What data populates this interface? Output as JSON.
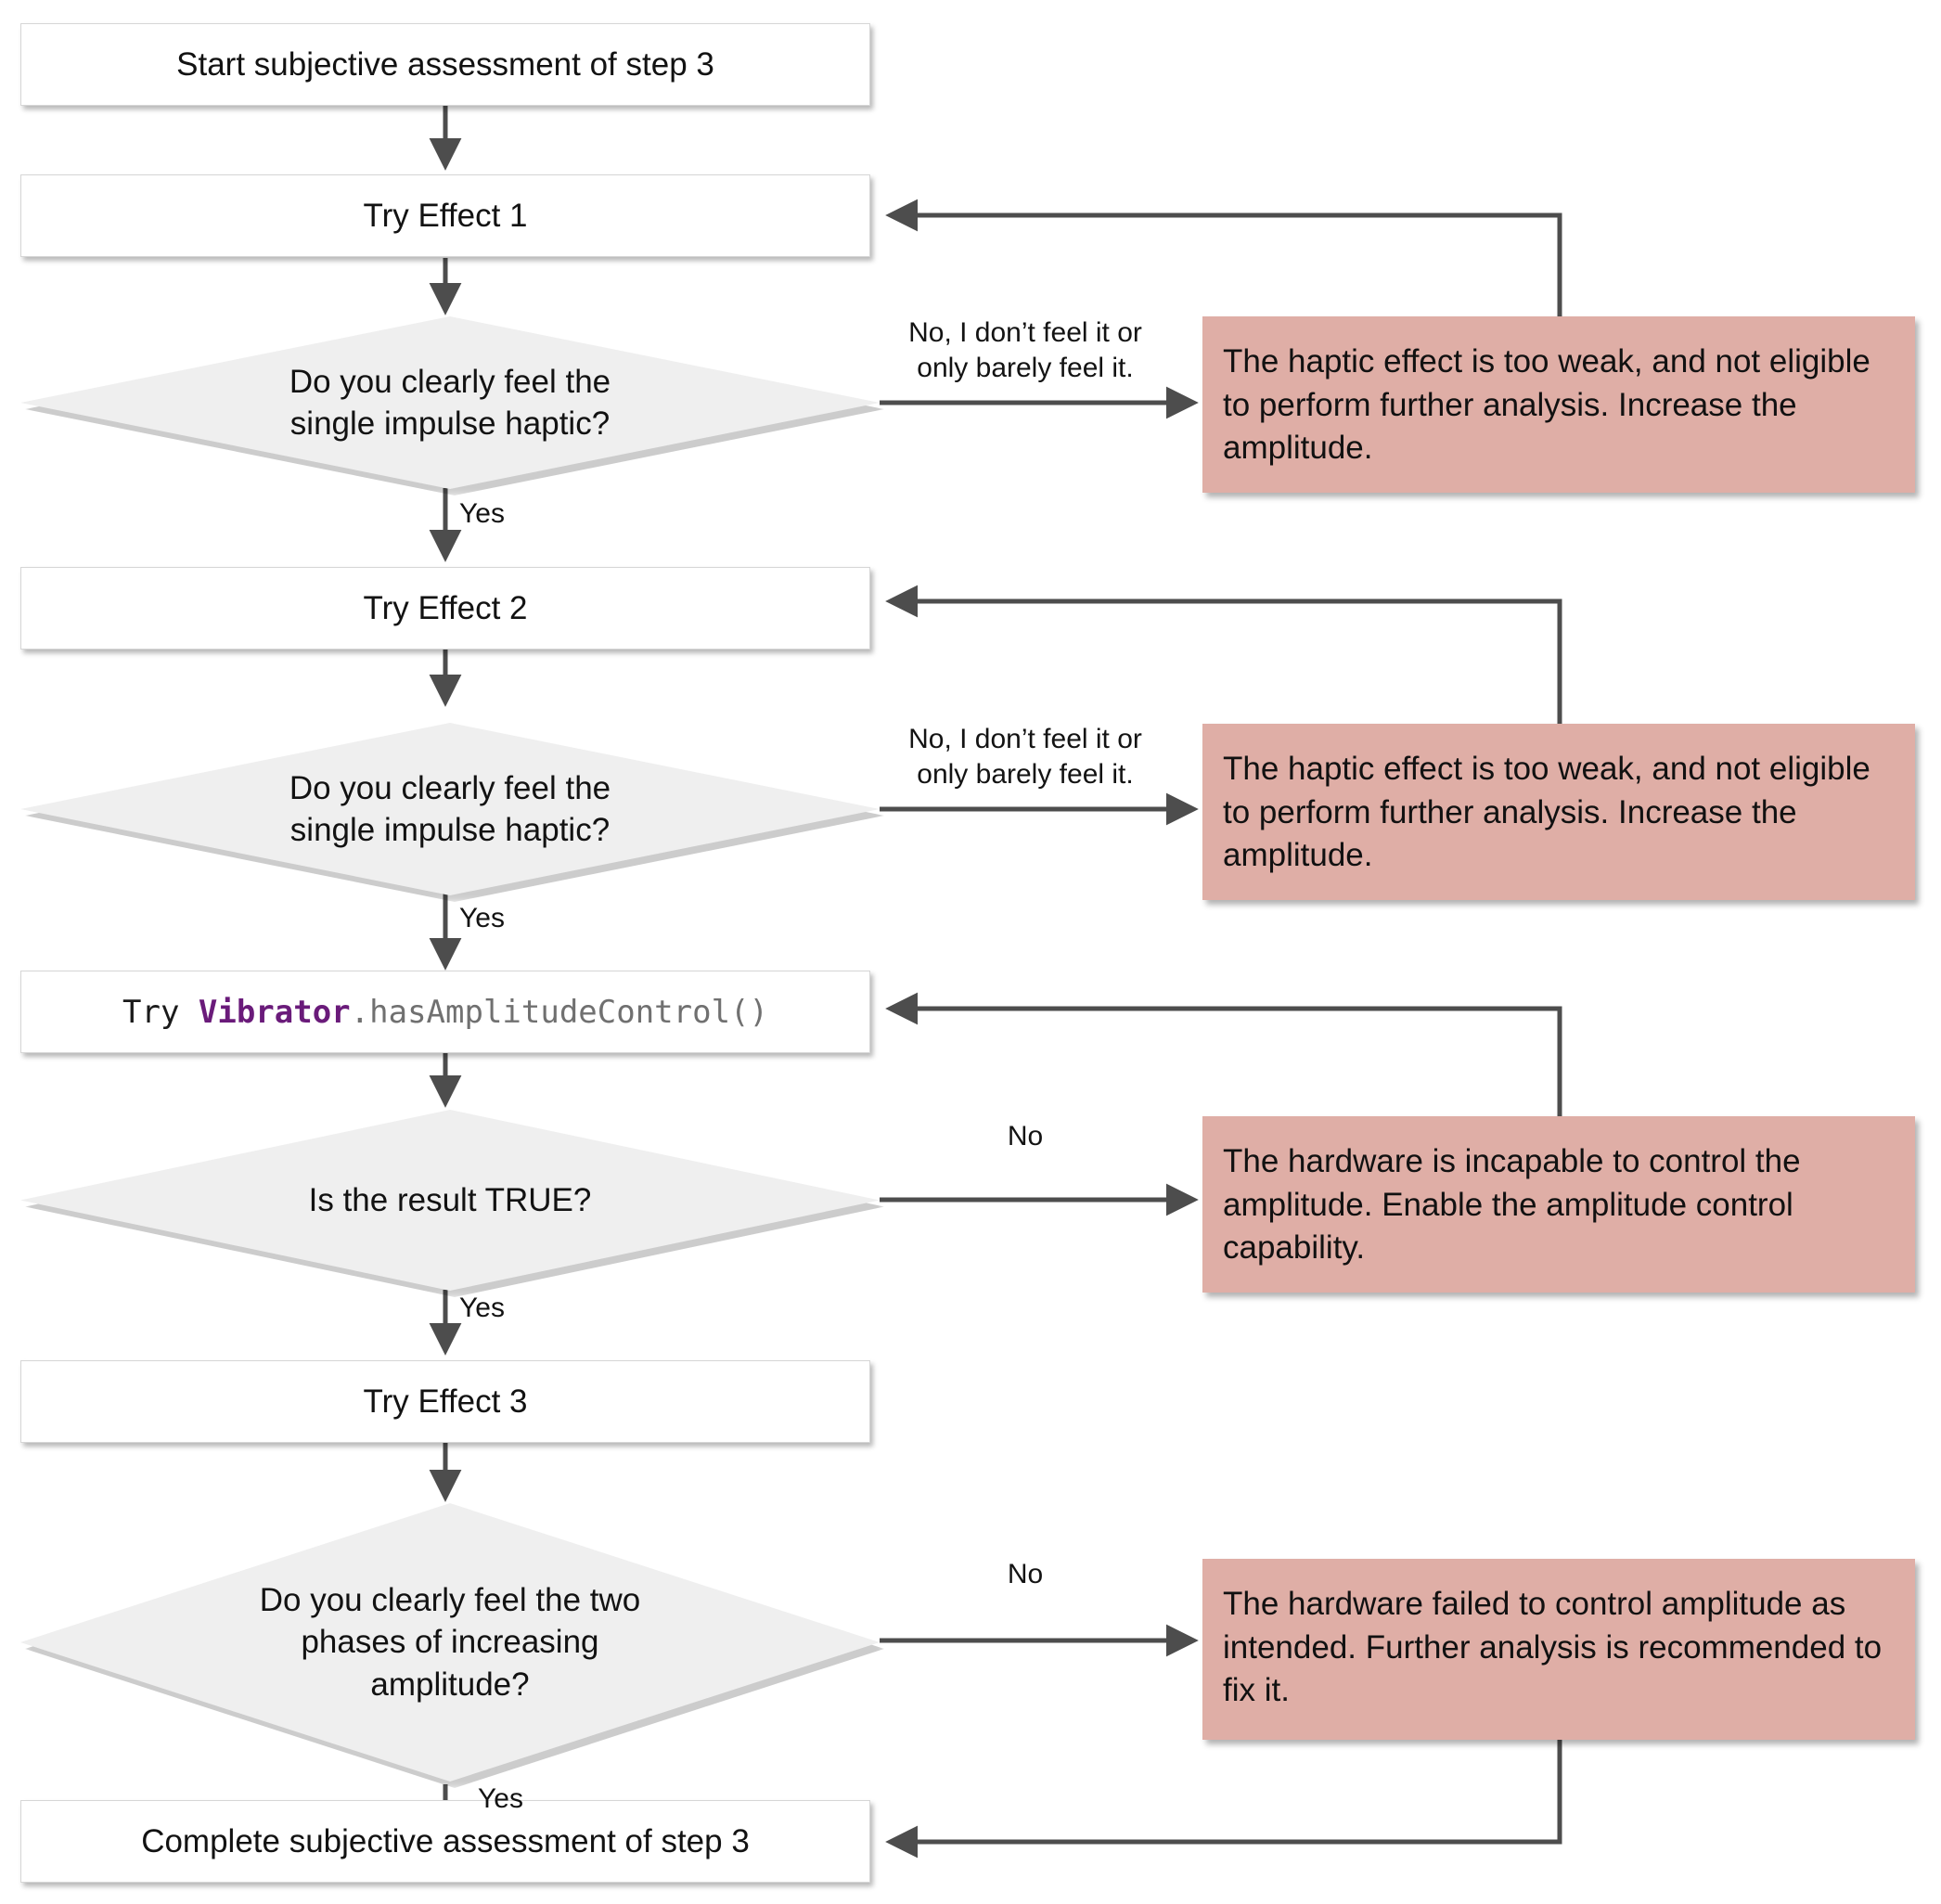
{
  "diagram": {
    "title": "Subjective assessment of step 3 flowchart",
    "colors": {
      "process_fill": "#ffffff",
      "process_border": "#d6d6d6",
      "decision_fill": "#efefef",
      "advice_fill": "#dfaea6",
      "edge_stroke": "#4d4d4d",
      "code_class_color": "#6a1b7a",
      "code_method_color": "#707070"
    },
    "nodes": {
      "start": {
        "type": "process",
        "label": "Start subjective assessment of step 3"
      },
      "try_effect_1": {
        "type": "process",
        "label": "Try Effect 1"
      },
      "decision_1": {
        "type": "decision",
        "label": "Do you clearly feel the\nsingle impulse haptic?"
      },
      "advice_1": {
        "type": "advice",
        "label": "The haptic effect is too weak, and not eligible to perform further analysis. Increase the amplitude."
      },
      "try_effect_2": {
        "type": "process",
        "label": "Try Effect 2"
      },
      "decision_2": {
        "type": "decision",
        "label": "Do you clearly feel the\nsingle impulse haptic?"
      },
      "advice_2": {
        "type": "advice",
        "label": "The haptic effect is too weak, and not eligible to perform further analysis. Increase the amplitude."
      },
      "try_vibrator": {
        "type": "process-code",
        "prefix": "Try ",
        "class_name": "Vibrator",
        "method": ".hasAmplitudeControl()",
        "label": "Try Vibrator.hasAmplitudeControl()"
      },
      "decision_3": {
        "type": "decision",
        "label": "Is the result TRUE?"
      },
      "advice_3": {
        "type": "advice",
        "label": "The hardware is incapable to control the amplitude. Enable the amplitude control capability."
      },
      "try_effect_3": {
        "type": "process",
        "label": "Try Effect 3"
      },
      "decision_4": {
        "type": "decision",
        "label": "Do you clearly feel the two\nphases of increasing\namplitude?"
      },
      "advice_4": {
        "type": "advice",
        "label": "The hardware failed to control amplitude as intended. Further analysis is recommended to fix it."
      },
      "complete": {
        "type": "process",
        "label": "Complete subjective assessment of step 3"
      }
    },
    "edge_labels": {
      "no_feel_1": "No, I don’t feel it or\nonly barely feel it.",
      "yes_1": "Yes",
      "no_feel_2": "No, I don’t feel it or\nonly barely feel it.",
      "yes_2": "Yes",
      "no_3": "No",
      "yes_3": "Yes",
      "no_4": "No",
      "yes_4": "Yes"
    }
  }
}
